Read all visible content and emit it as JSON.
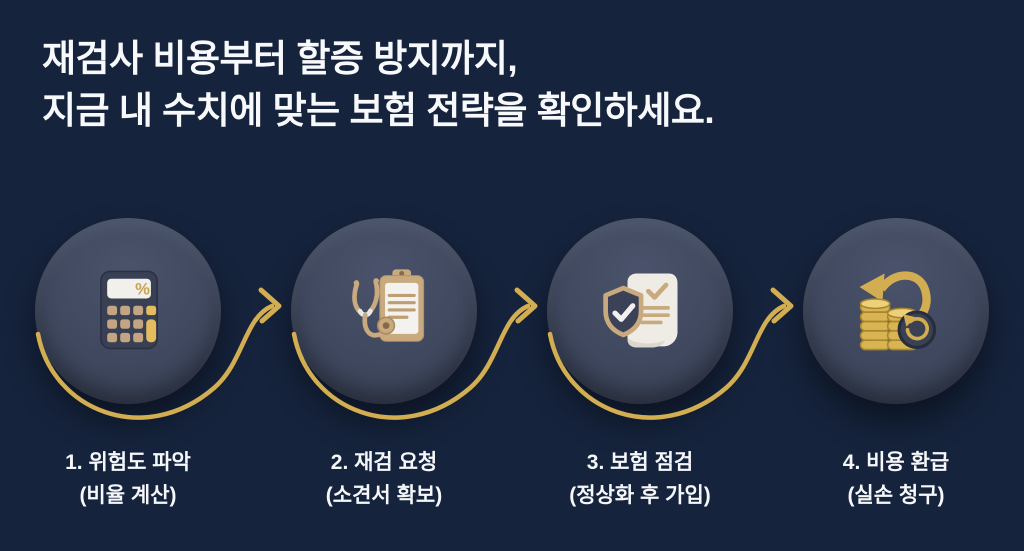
{
  "title": {
    "line1": "재검사 비용부터 할증 방지까지,",
    "line2": "지금 내 수치에 맞는 보험 전략을 확인하세요."
  },
  "steps": [
    {
      "label": "1. 위험도 파악",
      "sublabel": "(비율 계산)",
      "icon": "calculator-percent-icon"
    },
    {
      "label": "2. 재검 요청",
      "sublabel": "(소견서 확보)",
      "icon": "stethoscope-clipboard-icon"
    },
    {
      "label": "3. 보험 점검",
      "sublabel": "(정상화 후 가입)",
      "icon": "shield-check-scroll-icon"
    },
    {
      "label": "4. 비용 환급",
      "sublabel": "(실손 청구)",
      "icon": "coins-refund-icon"
    }
  ],
  "colors": {
    "background": "#15233C",
    "circle_fill": "#3F485E",
    "accent_gold": "#D3AD51",
    "text": "#F5F7FA"
  }
}
